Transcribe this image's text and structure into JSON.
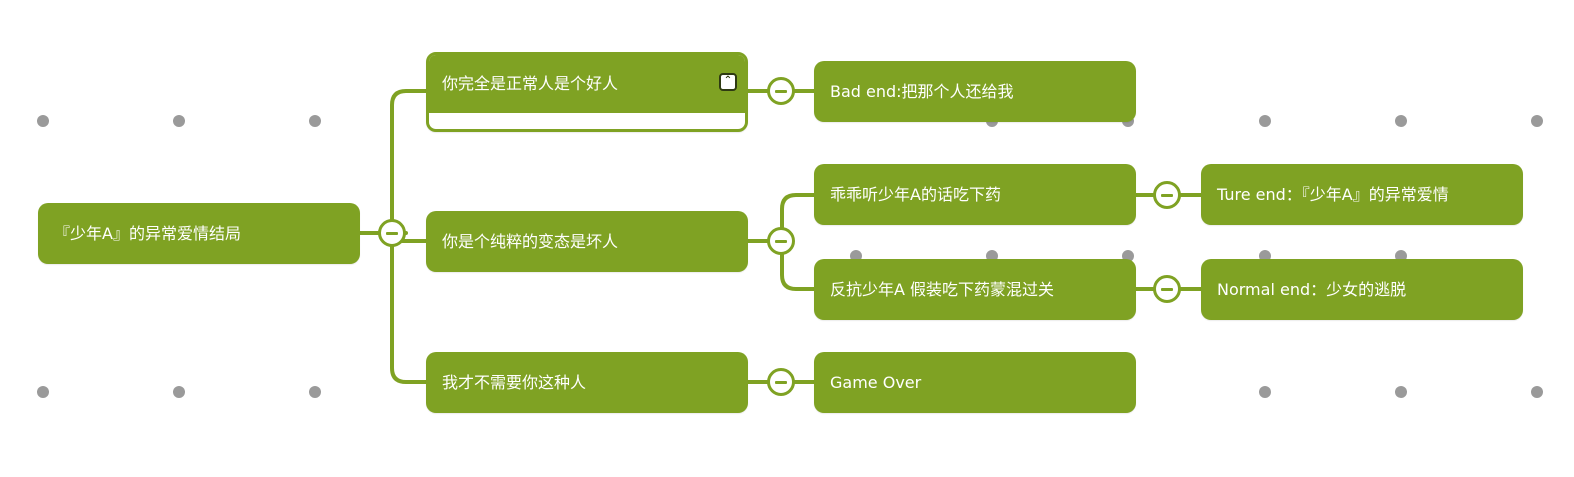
{
  "mindmap": {
    "root": {
      "label": "『少年A』的异常爱情结局"
    },
    "branches": [
      {
        "label": "你完全是正常人是个好人",
        "has_note": true,
        "children": [
          {
            "label": "Bad end:把那个人还给我"
          }
        ]
      },
      {
        "label": "你是个纯粹的变态是坏人",
        "children": [
          {
            "label": "乖乖听少年A的话吃下药",
            "ending": "Ture end：『少年A』的异常爱情"
          },
          {
            "label": "反抗少年A  假装吃下药蒙混过关",
            "ending": "Normal end：少女的逃脱"
          }
        ]
      },
      {
        "label": "我才不需要你这种人",
        "children": [
          {
            "label": "Game  Over"
          }
        ]
      }
    ]
  },
  "colors": {
    "node_fill": "#7fa223",
    "node_text": "#ffffff",
    "connector": "#7fa223",
    "background_dot": "#9a9a9a"
  },
  "icons": {
    "collapse": "minus-circle-icon",
    "note": "double-chevron-up-icon"
  }
}
